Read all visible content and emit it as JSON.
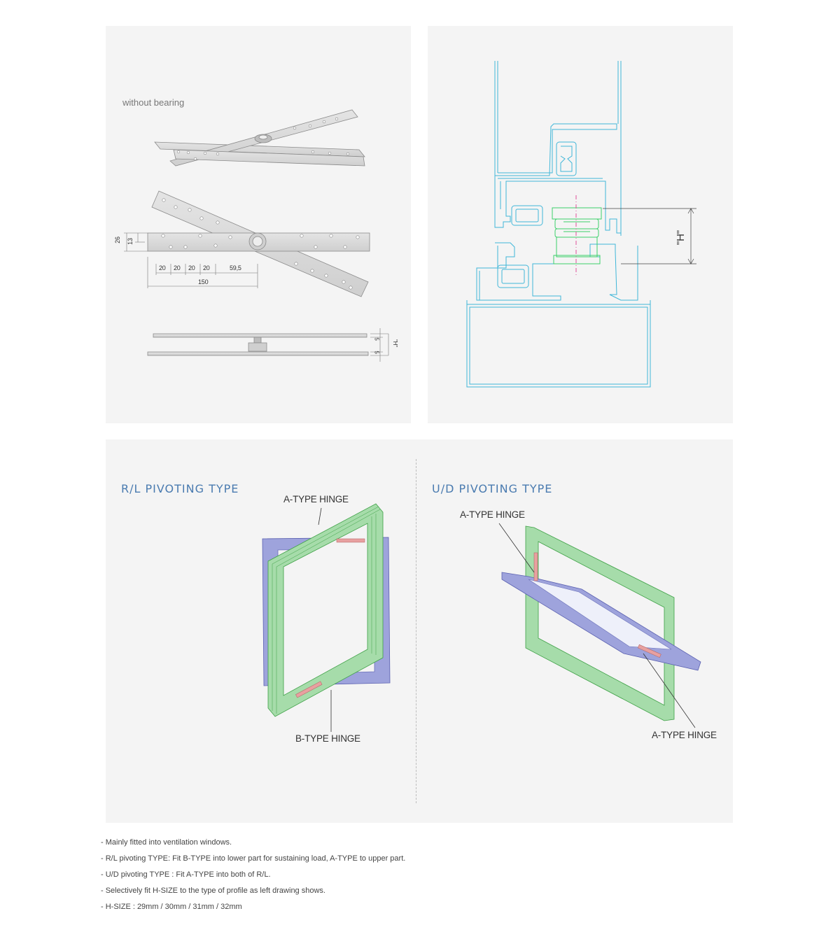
{
  "hinge_drawing": {
    "caption": "without bearing",
    "dims": {
      "height": "26",
      "half": "13",
      "seg1": "20",
      "seg2": "20",
      "seg3": "20",
      "seg4": "20",
      "seg5": "59,5",
      "total": "150",
      "plate_top": "5",
      "plate_bottom": "5",
      "h": "\"H\""
    }
  },
  "section_drawing": {
    "h_label": "\"H\""
  },
  "types": {
    "rl": {
      "title": "R/L PIVOTING TYPE",
      "top_label": "A-TYPE HINGE",
      "bottom_label": "B-TYPE HINGE"
    },
    "ud": {
      "title": "U/D PIVOTING TYPE",
      "top_label": "A-TYPE HINGE",
      "bottom_label": "A-TYPE HINGE"
    }
  },
  "colors": {
    "panel_bg": "#f4f4f4",
    "title_blue": "#4a7bb0",
    "cad_cyan": "#3fb6d8",
    "cad_green": "#3ccf6a",
    "frame_green": "#a6dcaa",
    "sash_blue": "#9ea3dc",
    "hinge_pink": "#e8a0a0"
  },
  "notes": [
    "- Mainly fitted into ventilation windows.",
    "- R/L pivoting TYPE: Fit B-TYPE into lower part for sustaining load, A-TYPE to upper part.",
    "- U/D pivoting TYPE : Fit A-TYPE into both of R/L.",
    "- Selectively fit H-SIZE to the type of profile as left drawing shows.",
    "- H-SIZE : 29mm / 30mm / 31mm / 32mm"
  ]
}
